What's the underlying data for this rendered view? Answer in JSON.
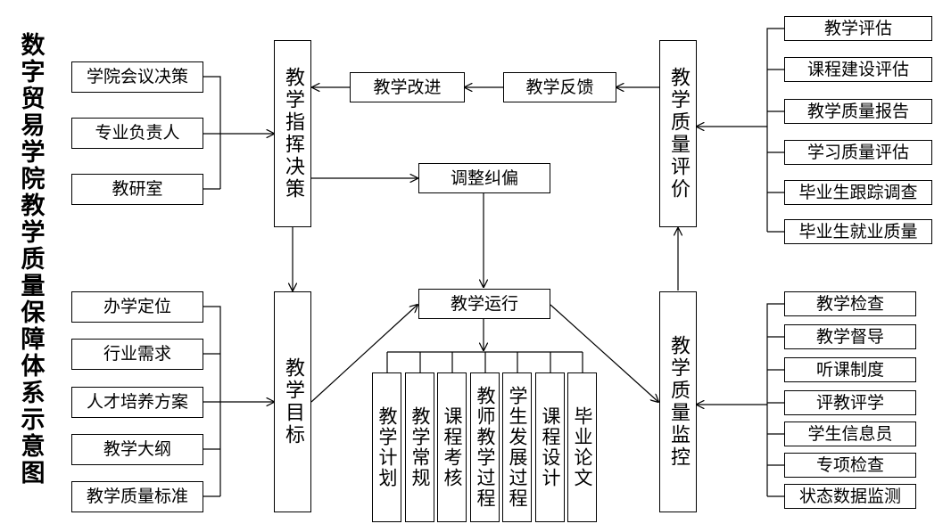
{
  "title": "数字贸易学院教学质量保障体系示意图",
  "decision": {
    "main": "教学指挥决策",
    "inputs": [
      "学院会议决策",
      "专业负责人",
      "教研室"
    ]
  },
  "goal": {
    "main": "教学目标",
    "inputs": [
      "办学定位",
      "行业需求",
      "人才培养方案",
      "教学大纲",
      "教学质量标准"
    ]
  },
  "improve": "教学改进",
  "feedback": "教学反馈",
  "adjust": "调整纠偏",
  "operation": {
    "main": "教学运行",
    "items": [
      "教学计划",
      "教学常规",
      "课程考核",
      "教师教学过程",
      "学生发展过程",
      "课程设计",
      "毕业论文"
    ]
  },
  "evaluation": {
    "main": "教学质量评价",
    "items": [
      "教学评估",
      "课程建设评估",
      "教学质量报告",
      "学习质量评估",
      "毕业生跟踪调查",
      "毕业生就业质量"
    ]
  },
  "monitor": {
    "main": "教学质量监控",
    "items": [
      "教学检查",
      "教学督导",
      "听课制度",
      "评教评学",
      "学生信息员",
      "专项检查",
      "状态数据监测"
    ]
  }
}
